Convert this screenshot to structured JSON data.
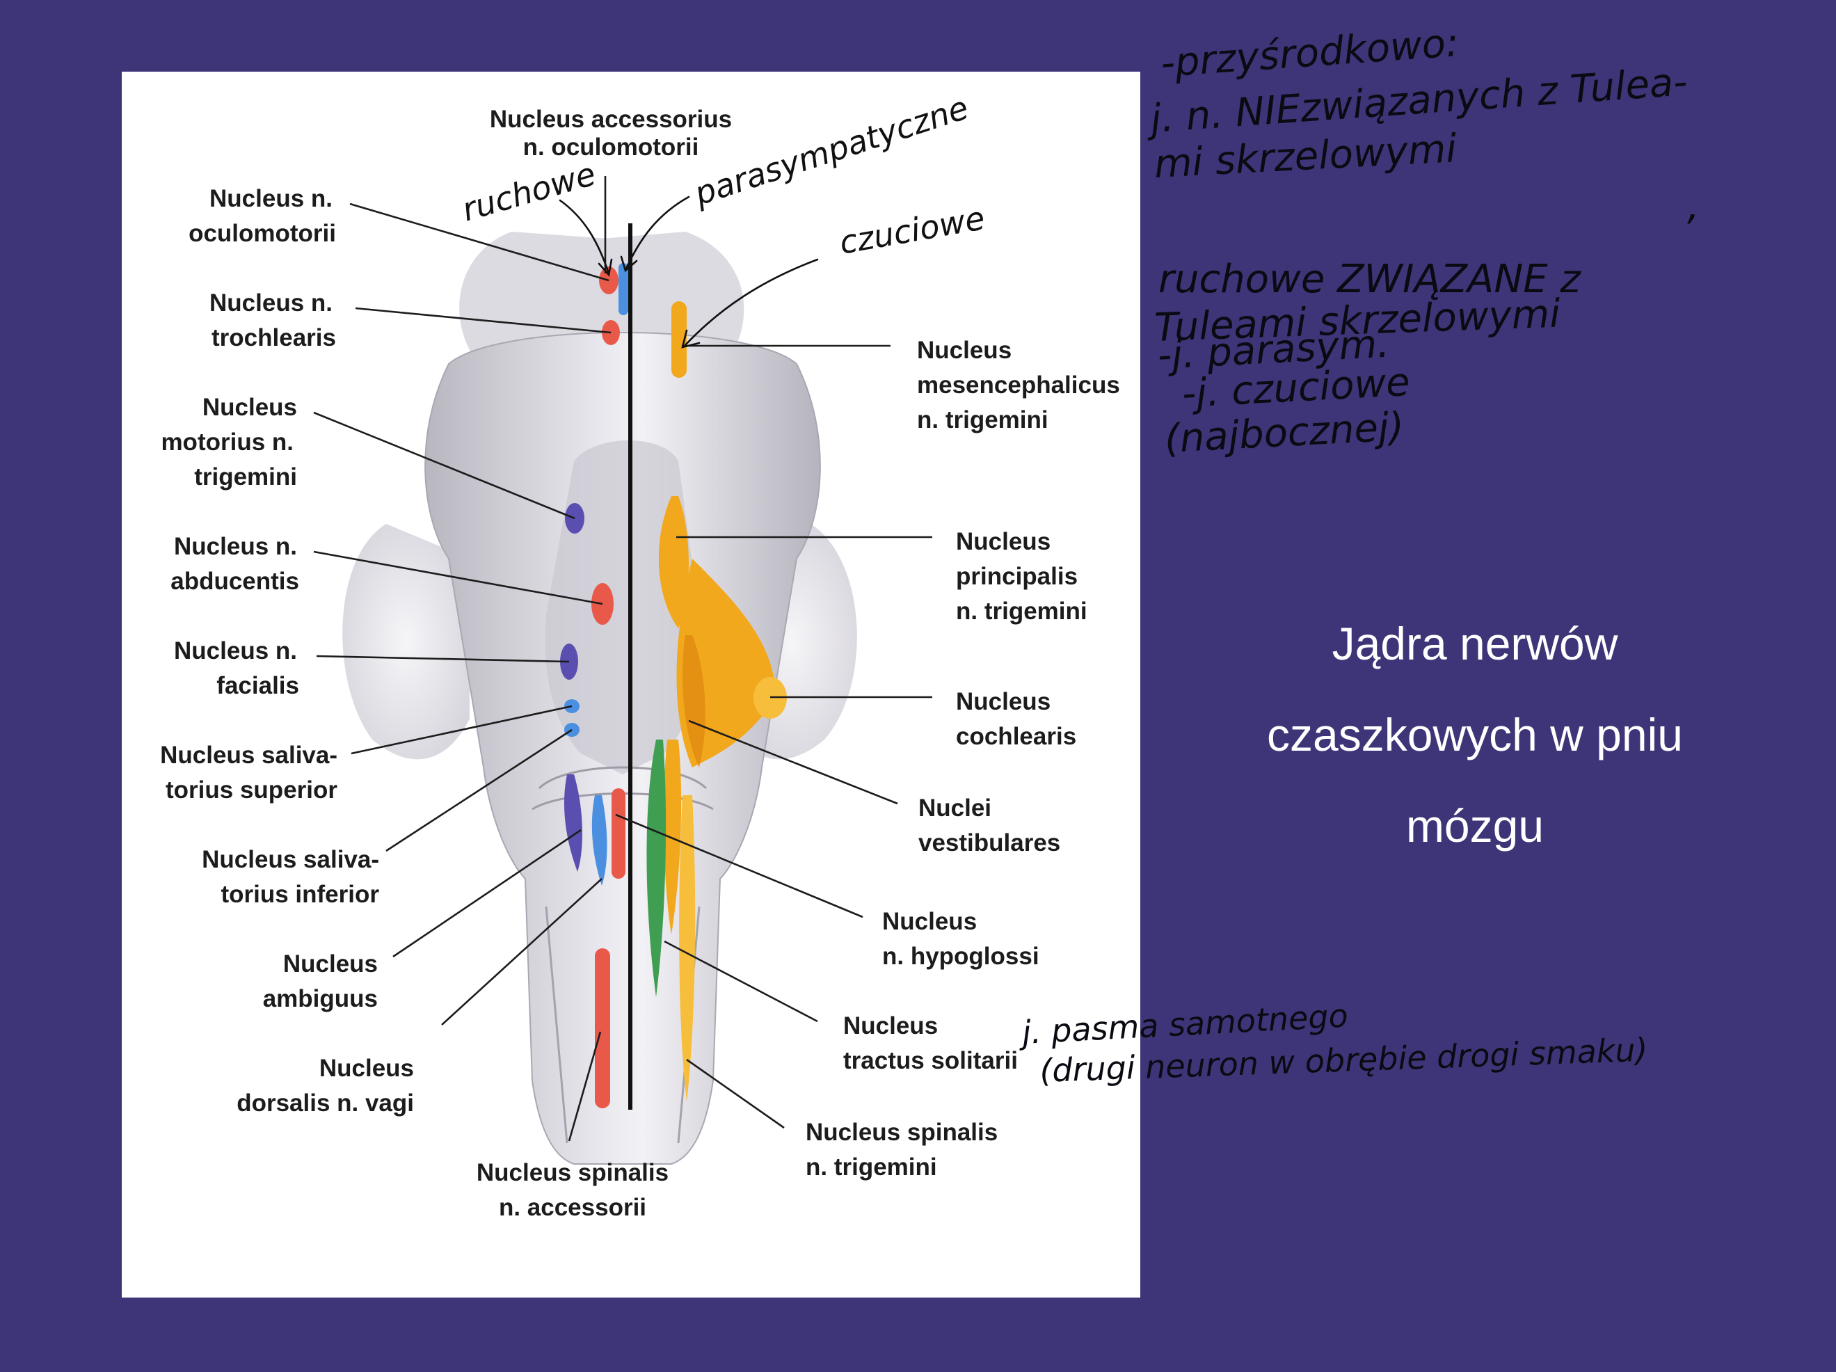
{
  "title_lines": [
    "Jądra nerwów",
    "czaszkowych w pniu",
    "mózgu"
  ],
  "colors": {
    "background": "#3e3578",
    "motor": "#e8594a",
    "parasympathetic": "#4a8fe0",
    "branchial_motor": "#5a4fb0",
    "sensory": "#f2a81c",
    "solitary": "#3f9e52"
  },
  "labels": {
    "accessorius_oculomotor": [
      "Nucleus accessorius",
      "n. oculomotorii"
    ],
    "oculomotor": [
      "Nucleus n.",
      "oculomotorii"
    ],
    "trochlear": [
      "Nucleus n.",
      "trochlearis"
    ],
    "motor_trigeminal": [
      "Nucleus",
      "motorius n.",
      "trigemini"
    ],
    "abducens": [
      "Nucleus n.",
      "abducentis"
    ],
    "facial": [
      "Nucleus n.",
      "facialis"
    ],
    "salivatory_superior": [
      "Nucleus saliva-",
      "torius superior"
    ],
    "salivatory_inferior": [
      "Nucleus saliva-",
      "torius inferior"
    ],
    "ambiguus": [
      "Nucleus",
      "ambiguus"
    ],
    "dorsal_vagus": [
      "Nucleus",
      "dorsalis n. vagi"
    ],
    "spinal_accessory": [
      "Nucleus spinalis",
      "n. accessorii"
    ],
    "mesencephalic": [
      "Nucleus",
      "mesencephalicus",
      "n. trigemini"
    ],
    "principal_trigeminal": [
      "Nucleus",
      "principalis",
      "n. trigemini"
    ],
    "cochlear": [
      "Nucleus",
      "cochlearis"
    ],
    "vestibular": [
      "Nuclei",
      "vestibulares"
    ],
    "hypoglossal": [
      "Nucleus",
      "n. hypoglossi"
    ],
    "solitary_tract": [
      "Nucleus",
      "tractus solitarii"
    ],
    "spinal_trigeminal": [
      "Nucleus spinalis",
      "n. trigemini"
    ]
  },
  "handwriting": {
    "ruchowe": "ruchowe",
    "parasympatyczne": "parasympatyczne",
    "czuciowe": "czuciowe",
    "note_right": [
      "-przyśrodkowo:",
      "j. n. NIEzwiązanych z Tulea-",
      "mi skrzelowymi",
      ",",
      "ruchowe ZWIĄZANE z",
      "Tuleami skrzelowymi",
      "-j. parasym.",
      "-j. czuciowe",
      "(najbocznej)"
    ],
    "note_bottom": [
      "j. pasma samotnego",
      "(drugi neuron w obrębie drogi smaku)"
    ]
  }
}
